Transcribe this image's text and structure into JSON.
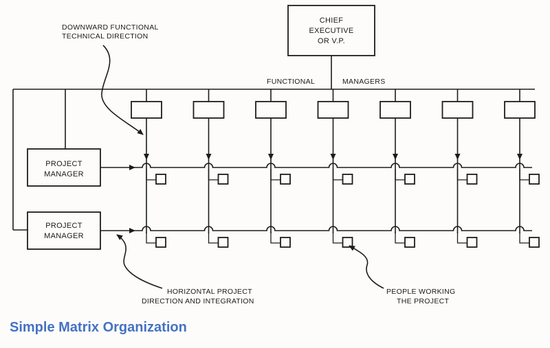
{
  "diagram": {
    "chief_box": {
      "lines": [
        "CHIEF",
        "EXECUTIVE",
        "OR V.P."
      ]
    },
    "functional_managers_label": [
      "FUNCTIONAL",
      "MANAGERS"
    ],
    "project_managers": [
      {
        "lines": [
          "PROJECT",
          "MANAGER"
        ]
      },
      {
        "lines": [
          "PROJECT",
          "MANAGER"
        ]
      }
    ],
    "functional_manager_count": 7,
    "annotations": {
      "downward": [
        "DOWNWARD FUNCTIONAL",
        "TECHNICAL DIRECTION"
      ],
      "horizontal": [
        "HORIZONTAL PROJECT",
        "DIRECTION AND INTEGRATION"
      ],
      "people": [
        "PEOPLE WORKING",
        "THE PROJECT"
      ]
    }
  },
  "caption": "Simple Matrix Organization",
  "colors": {
    "caption": "#4472c4",
    "line": "#1c1c1c"
  }
}
